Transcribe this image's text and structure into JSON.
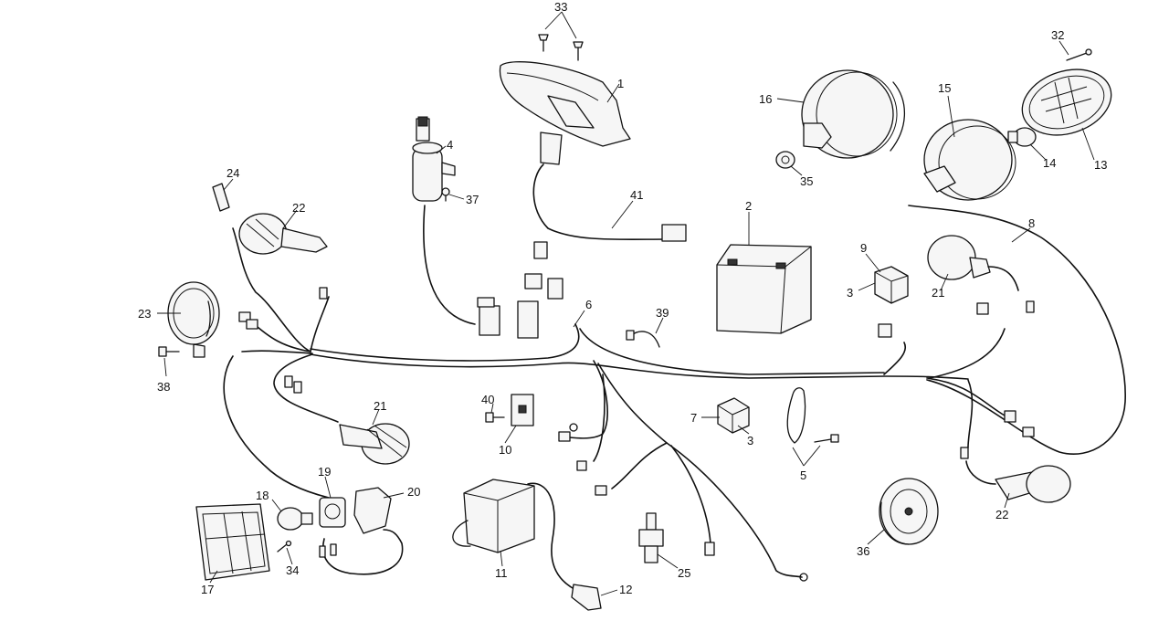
{
  "diagram": {
    "callouts": [
      {
        "id": "c1",
        "label": "1"
      },
      {
        "id": "c2",
        "label": "2"
      },
      {
        "id": "c3a",
        "label": "3"
      },
      {
        "id": "c3b",
        "label": "3"
      },
      {
        "id": "c4",
        "label": "4"
      },
      {
        "id": "c5",
        "label": "5"
      },
      {
        "id": "c6",
        "label": "6"
      },
      {
        "id": "c7",
        "label": "7"
      },
      {
        "id": "c8",
        "label": "8"
      },
      {
        "id": "c9",
        "label": "9"
      },
      {
        "id": "c10",
        "label": "10"
      },
      {
        "id": "c11",
        "label": "11"
      },
      {
        "id": "c12",
        "label": "12"
      },
      {
        "id": "c13",
        "label": "13"
      },
      {
        "id": "c14",
        "label": "14"
      },
      {
        "id": "c15",
        "label": "15"
      },
      {
        "id": "c16",
        "label": "16"
      },
      {
        "id": "c17",
        "label": "17"
      },
      {
        "id": "c18",
        "label": "18"
      },
      {
        "id": "c19",
        "label": "19"
      },
      {
        "id": "c20",
        "label": "20"
      },
      {
        "id": "c21a",
        "label": "21"
      },
      {
        "id": "c21b",
        "label": "21"
      },
      {
        "id": "c22a",
        "label": "22"
      },
      {
        "id": "c22b",
        "label": "22"
      },
      {
        "id": "c23",
        "label": "23"
      },
      {
        "id": "c24",
        "label": "24"
      },
      {
        "id": "c25",
        "label": "25"
      },
      {
        "id": "c32",
        "label": "32"
      },
      {
        "id": "c33",
        "label": "33"
      },
      {
        "id": "c34",
        "label": "34"
      },
      {
        "id": "c35",
        "label": "35"
      },
      {
        "id": "c36",
        "label": "36"
      },
      {
        "id": "c37",
        "label": "37"
      },
      {
        "id": "c38",
        "label": "38"
      },
      {
        "id": "c39",
        "label": "39"
      },
      {
        "id": "c40",
        "label": "40"
      },
      {
        "id": "c41",
        "label": "41"
      }
    ]
  }
}
